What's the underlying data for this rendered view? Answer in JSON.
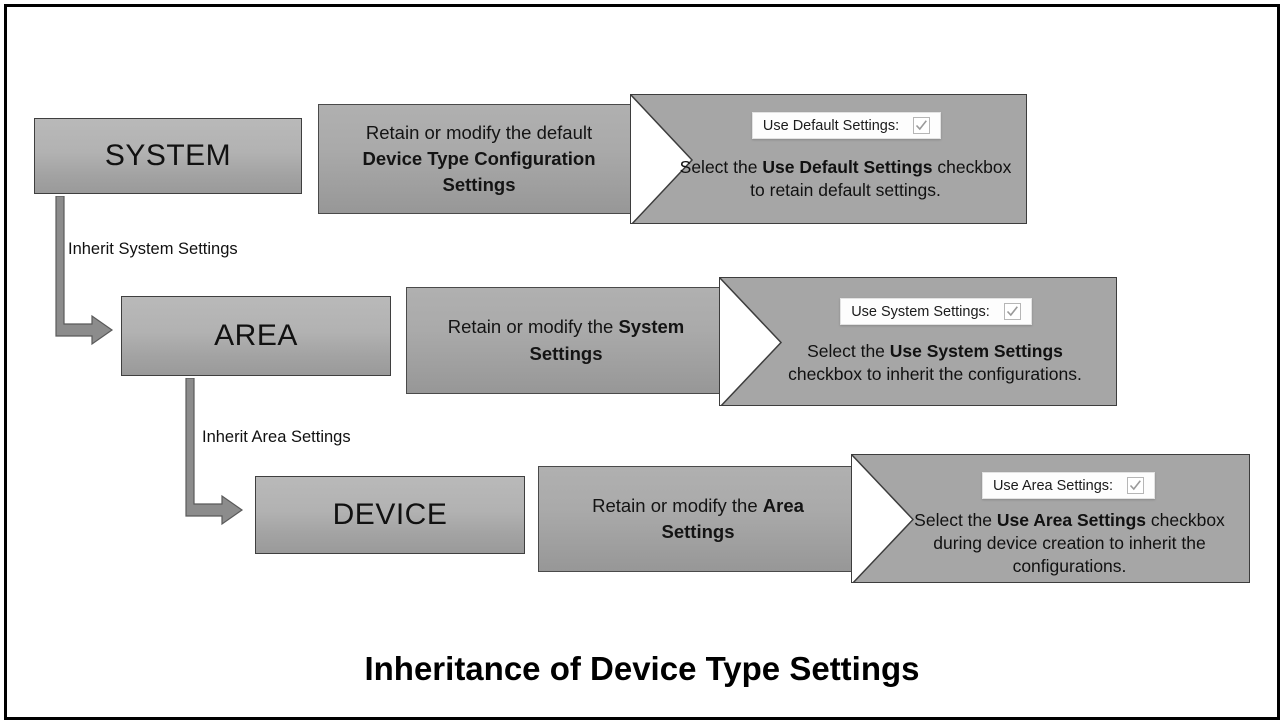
{
  "figure": {
    "title": "Inheritance of Device Type Settings"
  },
  "levels": [
    {
      "name": "system",
      "entity_label": "SYSTEM",
      "instruction_plain_1": "Retain or modify the default",
      "instruction_bold": "Device Type Configuration Settings",
      "callout": {
        "checkbox_label": "Use Default Settings:",
        "checkbox_checked": true,
        "text_before": "Select the ",
        "text_bold": "Use Default Settings",
        "text_after": " checkbox to retain default settings."
      }
    },
    {
      "name": "area",
      "entity_label": "AREA",
      "instruction_plain_1": "Retain or modify the ",
      "instruction_bold": "System Settings",
      "callout": {
        "checkbox_label": "Use System Settings:",
        "checkbox_checked": true,
        "text_before": "Select the ",
        "text_bold": "Use System Settings",
        "text_after": " checkbox to inherit the configurations."
      }
    },
    {
      "name": "device",
      "entity_label": "DEVICE",
      "instruction_plain_1": "Retain or modify the ",
      "instruction_bold": "Area Settings",
      "callout": {
        "checkbox_label": "Use Area Settings:",
        "checkbox_checked": true,
        "text_before": "Select the ",
        "text_bold": "Use Area Settings",
        "text_after": " checkbox during device creation to inherit the configurations."
      }
    }
  ],
  "connectors": [
    {
      "name": "system-to-area",
      "label": "Inherit System Settings"
    },
    {
      "name": "area-to-device",
      "label": "Inherit Area Settings"
    }
  ],
  "colors": {
    "frame_border": "#000000",
    "entity_fill": "#b0b0b0",
    "instruction_fill": "#a8a8a8",
    "callout_fill": "#a6a6a6",
    "notch_fill": "#ffffff",
    "connector_fill": "#8c8c8c",
    "text": "#111111",
    "checkbox_check": "#9a9a9a"
  }
}
